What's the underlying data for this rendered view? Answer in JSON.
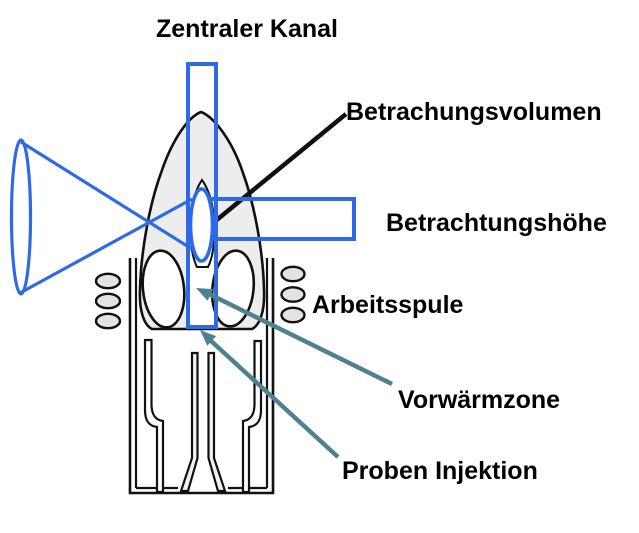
{
  "diagram": {
    "labels": {
      "central_channel": "Zentraler Kanal",
      "viewing_volume": "Betrachungsvolumen",
      "viewing_height": "Betrachtungshöhe",
      "work_coil": "Arbeitsspule",
      "preheating_zone": "Vorwärmzone",
      "sample_injection": "Proben Injektion"
    },
    "colors": {
      "accent_blue": "#2F6AE6",
      "arrow_teal": "#4F8290",
      "outline": "#111111",
      "flame_fill": "#EDEDED",
      "coil_fill": "#E3E3E3",
      "background": "#FFFFFF",
      "text": "#000000"
    }
  }
}
